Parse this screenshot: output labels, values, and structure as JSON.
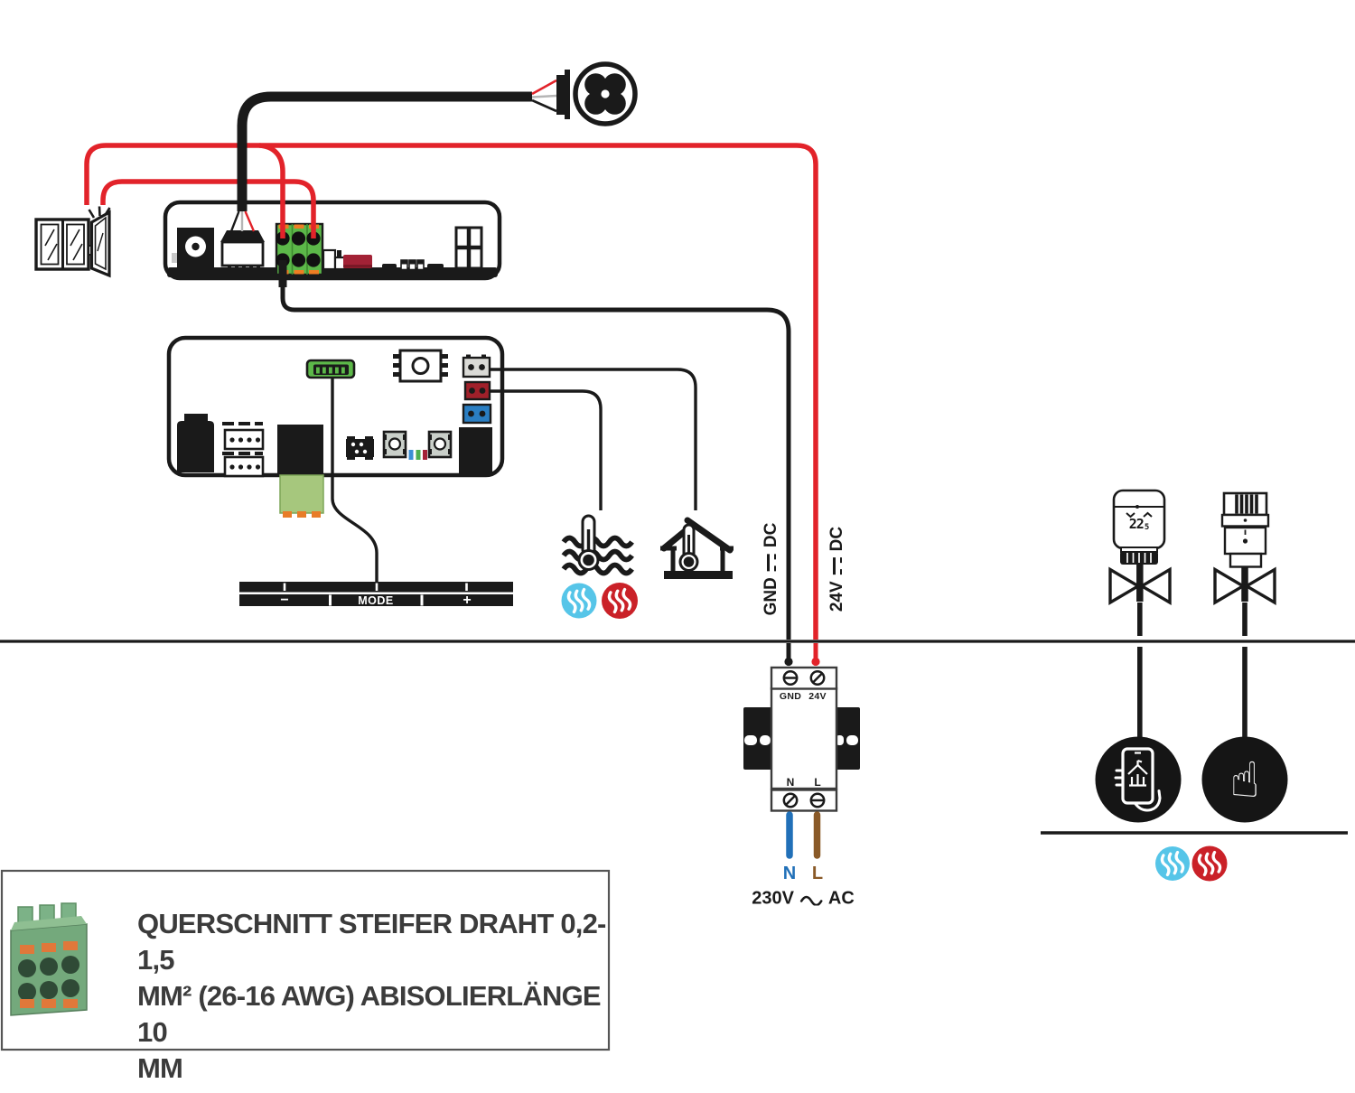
{
  "labels": {
    "mode_bar": {
      "minus": "−",
      "mode": "MODE",
      "plus": "+"
    },
    "gnd_line": {
      "name": "GND",
      "type": "DC"
    },
    "v24_line": {
      "name": "24V",
      "type": "DC"
    },
    "psu": {
      "terminal_gnd": "GND",
      "terminal_24v": "24V",
      "terminal_n": "N",
      "terminal_l": "L",
      "wire_n": "N",
      "wire_l": "L",
      "ac_voltage": "230V",
      "ac_label": "AC"
    },
    "trv_display": {
      "main": "22",
      "decimal": "5"
    }
  },
  "info_box": {
    "lines": [
      "QUERSCHNITT STEIFER DRAHT 0,2-1,5",
      "MM² (26-16 AWG) ABISOLIERLÄNGE 10",
      "MM"
    ]
  },
  "icons": {
    "hand_glyph": "☝"
  },
  "colors": {
    "wire_red": "#e2232a",
    "wire_black": "#1a1a1a",
    "wire_blue": "#2170b8",
    "wire_brown": "#8a5a28",
    "cool_blue": "#56c5e8",
    "heat_red": "#ca2128",
    "terminal_green": "#5cb849",
    "plug_green": "#a6c77d",
    "accent_orange": "#e87c28"
  }
}
